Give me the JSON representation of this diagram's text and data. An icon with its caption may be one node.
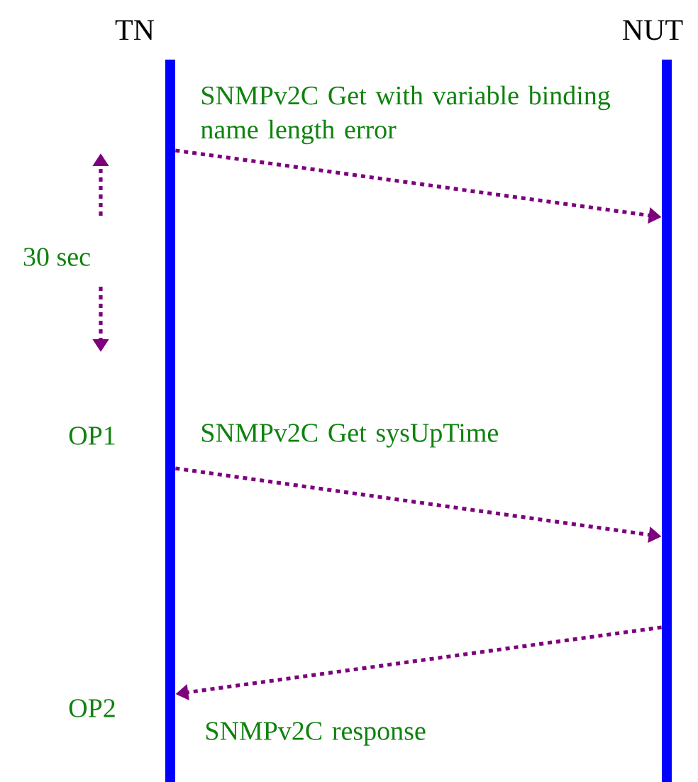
{
  "diagram": {
    "nodes": [
      {
        "text": [
          "TN"
        ]
      },
      {
        "text": [
          "NUT"
        ]
      }
    ],
    "edges": [
      {
        "from": 0,
        "to": 1,
        "arrow": "to",
        "style": "dashed",
        "label": "SNMPv2C Get with variable binding name length error"
      },
      {
        "from": 0,
        "to": 1,
        "arrow": "to",
        "style": "dashed",
        "label": "SNMPv2C Get sysUpTime"
      },
      {
        "from": 1,
        "to": 0,
        "arrow": "to",
        "style": "dashed",
        "label": "SNMPv2C response"
      }
    ],
    "labels": [
      "30 sec",
      "OP1",
      "OP2"
    ]
  }
}
